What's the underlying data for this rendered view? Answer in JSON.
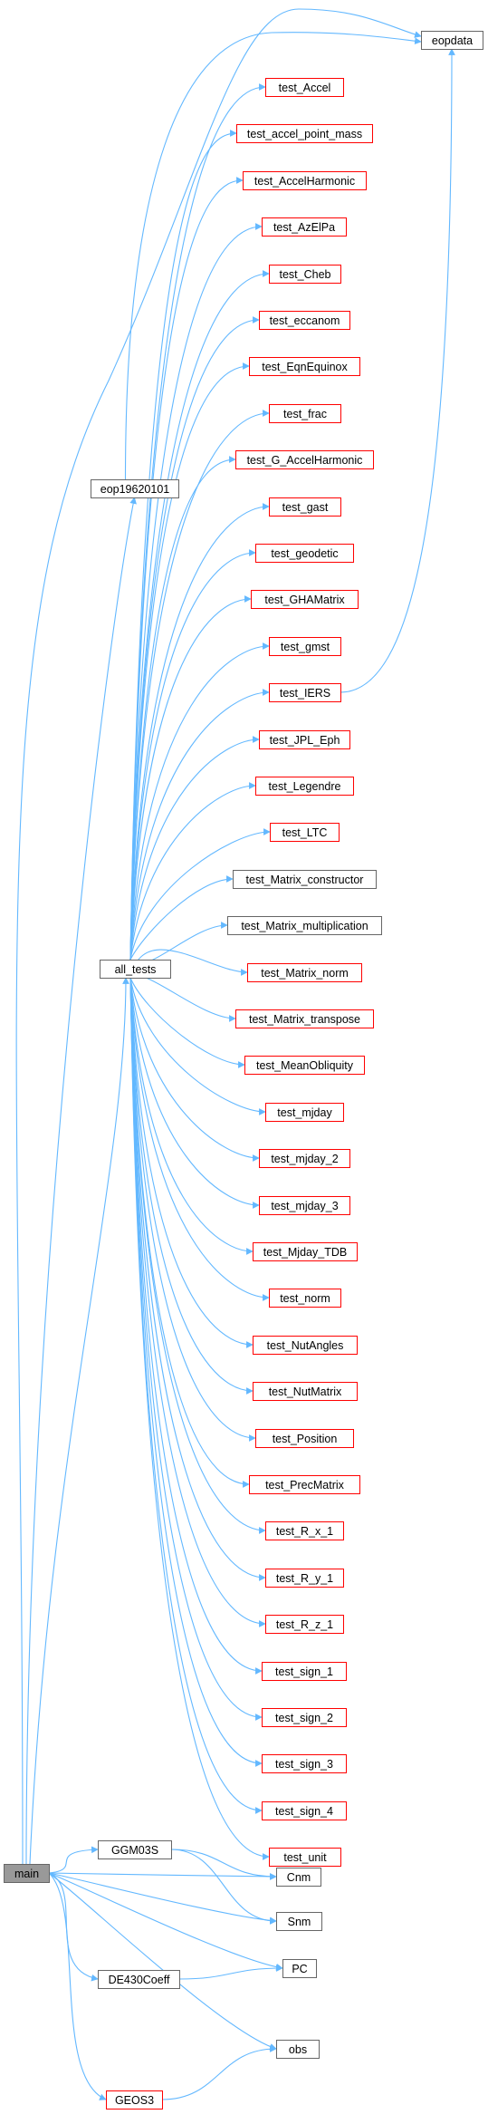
{
  "colors": {
    "edge": "#63b8ff",
    "border_documented": "#666666",
    "border_undocumented": "#ff0000",
    "fill_default": "#ffffff",
    "fill_root": "#999999"
  },
  "nodes": [
    {
      "id": "main",
      "label": "main",
      "style": "root"
    },
    {
      "id": "eopdata",
      "label": "eopdata",
      "style": "documented"
    },
    {
      "id": "eop19620101",
      "label": "eop19620101",
      "style": "documented"
    },
    {
      "id": "all_tests",
      "label": "all_tests",
      "style": "documented"
    },
    {
      "id": "test_Accel",
      "label": "test_Accel",
      "style": "undocumented"
    },
    {
      "id": "test_accel_point_mass",
      "label": "test_accel_point_mass",
      "style": "undocumented"
    },
    {
      "id": "test_AccelHarmonic",
      "label": "test_AccelHarmonic",
      "style": "undocumented"
    },
    {
      "id": "test_AzElPa",
      "label": "test_AzElPa",
      "style": "undocumented"
    },
    {
      "id": "test_Cheb",
      "label": "test_Cheb",
      "style": "undocumented"
    },
    {
      "id": "test_eccanom",
      "label": "test_eccanom",
      "style": "undocumented"
    },
    {
      "id": "test_EqnEquinox",
      "label": "test_EqnEquinox",
      "style": "undocumented"
    },
    {
      "id": "test_frac",
      "label": "test_frac",
      "style": "undocumented"
    },
    {
      "id": "test_G_AccelHarmonic",
      "label": "test_G_AccelHarmonic",
      "style": "undocumented"
    },
    {
      "id": "test_gast",
      "label": "test_gast",
      "style": "undocumented"
    },
    {
      "id": "test_geodetic",
      "label": "test_geodetic",
      "style": "undocumented"
    },
    {
      "id": "test_GHAMatrix",
      "label": "test_GHAMatrix",
      "style": "undocumented"
    },
    {
      "id": "test_gmst",
      "label": "test_gmst",
      "style": "undocumented"
    },
    {
      "id": "test_IERS",
      "label": "test_IERS",
      "style": "undocumented"
    },
    {
      "id": "test_JPL_Eph",
      "label": "test_JPL_Eph",
      "style": "undocumented"
    },
    {
      "id": "test_Legendre",
      "label": "test_Legendre",
      "style": "undocumented"
    },
    {
      "id": "test_LTC",
      "label": "test_LTC",
      "style": "undocumented"
    },
    {
      "id": "test_Matrix_constructor",
      "label": "test_Matrix_constructor",
      "style": "documented"
    },
    {
      "id": "test_Matrix_multiplication",
      "label": "test_Matrix_multiplication",
      "style": "documented"
    },
    {
      "id": "test_Matrix_norm",
      "label": "test_Matrix_norm",
      "style": "undocumented"
    },
    {
      "id": "test_Matrix_transpose",
      "label": "test_Matrix_transpose",
      "style": "undocumented"
    },
    {
      "id": "test_MeanObliquity",
      "label": "test_MeanObliquity",
      "style": "undocumented"
    },
    {
      "id": "test_mjday",
      "label": "test_mjday",
      "style": "undocumented"
    },
    {
      "id": "test_mjday_2",
      "label": "test_mjday_2",
      "style": "undocumented"
    },
    {
      "id": "test_mjday_3",
      "label": "test_mjday_3",
      "style": "undocumented"
    },
    {
      "id": "test_Mjday_TDB",
      "label": "test_Mjday_TDB",
      "style": "undocumented"
    },
    {
      "id": "test_norm",
      "label": "test_norm",
      "style": "undocumented"
    },
    {
      "id": "test_NutAngles",
      "label": "test_NutAngles",
      "style": "undocumented"
    },
    {
      "id": "test_NutMatrix",
      "label": "test_NutMatrix",
      "style": "undocumented"
    },
    {
      "id": "test_Position",
      "label": "test_Position",
      "style": "undocumented"
    },
    {
      "id": "test_PrecMatrix",
      "label": "test_PrecMatrix",
      "style": "undocumented"
    },
    {
      "id": "test_R_x_1",
      "label": "test_R_x_1",
      "style": "undocumented"
    },
    {
      "id": "test_R_y_1",
      "label": "test_R_y_1",
      "style": "undocumented"
    },
    {
      "id": "test_R_z_1",
      "label": "test_R_z_1",
      "style": "undocumented"
    },
    {
      "id": "test_sign_1",
      "label": "test_sign_1",
      "style": "undocumented"
    },
    {
      "id": "test_sign_2",
      "label": "test_sign_2",
      "style": "undocumented"
    },
    {
      "id": "test_sign_3",
      "label": "test_sign_3",
      "style": "undocumented"
    },
    {
      "id": "test_sign_4",
      "label": "test_sign_4",
      "style": "undocumented"
    },
    {
      "id": "test_unit",
      "label": "test_unit",
      "style": "undocumented"
    },
    {
      "id": "GGM03S",
      "label": "GGM03S",
      "style": "documented"
    },
    {
      "id": "Cnm",
      "label": "Cnm",
      "style": "documented"
    },
    {
      "id": "Snm",
      "label": "Snm",
      "style": "documented"
    },
    {
      "id": "DE430Coeff",
      "label": "DE430Coeff",
      "style": "documented"
    },
    {
      "id": "PC",
      "label": "PC",
      "style": "documented"
    },
    {
      "id": "obs",
      "label": "obs",
      "style": "documented"
    },
    {
      "id": "GEOS3",
      "label": "GEOS3",
      "style": "undocumented"
    }
  ],
  "edges": [
    [
      "main",
      "eopdata"
    ],
    [
      "main",
      "eop19620101"
    ],
    [
      "main",
      "all_tests"
    ],
    [
      "main",
      "GGM03S"
    ],
    [
      "main",
      "Cnm"
    ],
    [
      "main",
      "Snm"
    ],
    [
      "main",
      "DE430Coeff"
    ],
    [
      "main",
      "PC"
    ],
    [
      "main",
      "obs"
    ],
    [
      "main",
      "GEOS3"
    ],
    [
      "eop19620101",
      "eopdata"
    ],
    [
      "test_IERS",
      "eopdata"
    ],
    [
      "GGM03S",
      "Cnm"
    ],
    [
      "GGM03S",
      "Snm"
    ],
    [
      "DE430Coeff",
      "PC"
    ],
    [
      "GEOS3",
      "obs"
    ],
    [
      "all_tests",
      "test_Accel"
    ],
    [
      "all_tests",
      "test_accel_point_mass"
    ],
    [
      "all_tests",
      "test_AccelHarmonic"
    ],
    [
      "all_tests",
      "test_AzElPa"
    ],
    [
      "all_tests",
      "test_Cheb"
    ],
    [
      "all_tests",
      "test_eccanom"
    ],
    [
      "all_tests",
      "test_EqnEquinox"
    ],
    [
      "all_tests",
      "test_frac"
    ],
    [
      "all_tests",
      "test_G_AccelHarmonic"
    ],
    [
      "all_tests",
      "test_gast"
    ],
    [
      "all_tests",
      "test_geodetic"
    ],
    [
      "all_tests",
      "test_GHAMatrix"
    ],
    [
      "all_tests",
      "test_gmst"
    ],
    [
      "all_tests",
      "test_IERS"
    ],
    [
      "all_tests",
      "test_JPL_Eph"
    ],
    [
      "all_tests",
      "test_Legendre"
    ],
    [
      "all_tests",
      "test_LTC"
    ],
    [
      "all_tests",
      "test_Matrix_constructor"
    ],
    [
      "all_tests",
      "test_Matrix_multiplication"
    ],
    [
      "all_tests",
      "test_Matrix_norm"
    ],
    [
      "all_tests",
      "test_Matrix_transpose"
    ],
    [
      "all_tests",
      "test_MeanObliquity"
    ],
    [
      "all_tests",
      "test_mjday"
    ],
    [
      "all_tests",
      "test_mjday_2"
    ],
    [
      "all_tests",
      "test_mjday_3"
    ],
    [
      "all_tests",
      "test_Mjday_TDB"
    ],
    [
      "all_tests",
      "test_norm"
    ],
    [
      "all_tests",
      "test_NutAngles"
    ],
    [
      "all_tests",
      "test_NutMatrix"
    ],
    [
      "all_tests",
      "test_Position"
    ],
    [
      "all_tests",
      "test_PrecMatrix"
    ],
    [
      "all_tests",
      "test_R_x_1"
    ],
    [
      "all_tests",
      "test_R_y_1"
    ],
    [
      "all_tests",
      "test_R_z_1"
    ],
    [
      "all_tests",
      "test_sign_1"
    ],
    [
      "all_tests",
      "test_sign_2"
    ],
    [
      "all_tests",
      "test_sign_3"
    ],
    [
      "all_tests",
      "test_sign_4"
    ],
    [
      "all_tests",
      "test_unit"
    ]
  ]
}
